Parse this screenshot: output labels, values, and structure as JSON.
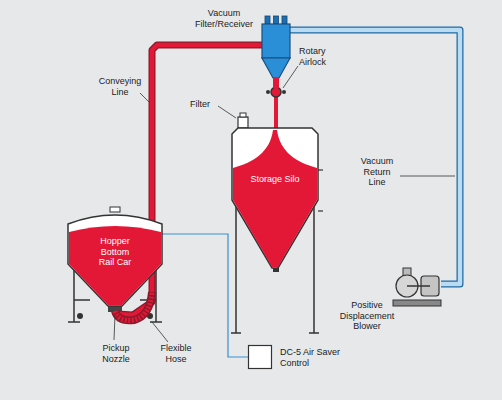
{
  "diagram": {
    "nodes": [
      {
        "text": [
          "Vacuum Filter/Receiver"
        ]
      },
      {
        "text": [
          "Storage Silo"
        ]
      },
      {
        "text": [
          "Hopper Bottom Rail Car"
        ]
      },
      {
        "text": [
          "DC-5 Air Saver Control"
        ]
      },
      {
        "text": [
          "Positive Displacement Blower"
        ]
      }
    ],
    "edges": [
      {
        "from": 2,
        "to": 0,
        "arrow": "none",
        "label": "Conveying Line"
      },
      {
        "from": 0,
        "to": 1,
        "arrow": "none"
      },
      {
        "from": 0,
        "to": 4,
        "arrow": "none",
        "label": "Vacuum Return Line"
      }
    ],
    "labels": [
      "Rotary Airlock",
      "Filter",
      "Pickup Nozzle",
      "Flexible Hose"
    ]
  }
}
